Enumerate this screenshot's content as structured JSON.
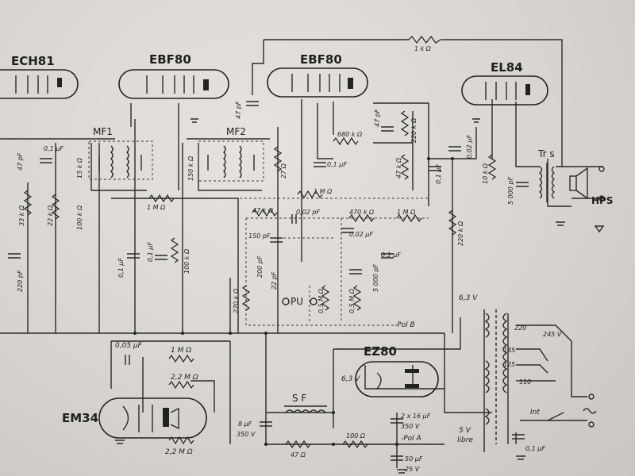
{
  "tubes": {
    "ech81": "ECH81",
    "ebf80_1": "EBF80",
    "ebf80_2": "EBF80",
    "el84": "EL84",
    "ez80": "EZ80",
    "em34": "EM34"
  },
  "transformers": {
    "mf1": "MF1",
    "mf2": "MF2",
    "trs": "Tr s",
    "sf": "S F"
  },
  "outputs": {
    "hps": "HPS",
    "pu": "PU",
    "pol_a": "-Pol A",
    "pol_b": "-Pol B",
    "inter": "Int"
  },
  "mains": {
    "v63_top": "6,3 V",
    "v63_ez": "6,3 V",
    "v5": "5 V",
    "libre": "libre",
    "tap220": "220",
    "tap245": "245 V",
    "tap145": "145",
    "tap125": "125",
    "tap110": "110"
  },
  "values": {
    "r_1k": "1 k Ω",
    "c_47pf_top": "47 pF",
    "c_01_ech": "0,1 µF",
    "r_15k_ech": "15 k Ω",
    "r_33k": "33 k Ω",
    "r_22k": "22 k Ω",
    "c_47pf_ech": "47 pF",
    "c_220pf": "220 pF",
    "r_150k": "150 k Ω",
    "r_100k_mf2": "100 k Ω",
    "r_1m_mid": "1 M Ω",
    "c_01_mf": "0,1 µF",
    "c_01_b": "0,1 µF",
    "r_100k": "100 k Ω",
    "c_22pf": "22 pF",
    "r_27k": "27 Ω",
    "c_47pf_ebf": "47 pF",
    "r_680k": "680 k Ω",
    "r_220k": "220 k Ω",
    "r_47k": "47 k Ω",
    "c_01_ebf": "0,1 µF",
    "c_01_ebf2": "0,1 µF",
    "c_002_el": "0,02 µF",
    "r_10k_el": "10 k Ω",
    "r_220k_el": "220 k Ω",
    "c_5000pf_el": "5 000 pF",
    "r_1m_fb": "1 M Ω",
    "r_47k_fb": "47 k Ω",
    "c_002pf": "0,02 pF",
    "c_150pf": "150 pF",
    "r_470k": "470 k Ω",
    "r_1m_r": "1 M Ω",
    "c_002uf": "0,02 µF",
    "c_01_fb": "0,1 µF",
    "c_5000pf": "5 000 pF",
    "r_05m_a": "0,5 M Ω",
    "r_05m_b": "0,5 M Ω",
    "r_270k": "270 k Ω",
    "c_200pf": "200 pF",
    "c_005": "0,05 µF",
    "r_1m_em": "1 M Ω",
    "r_22m_a": "2,2 M Ω",
    "r_22m_b": "2,2 M Ω",
    "c_8uf": "8 µF",
    "v_350": "350 V",
    "c_2x16": "2 x 16 µF",
    "v_350b": "350 V",
    "r_47": "47 Ω",
    "r_100": "100 Ω",
    "c_50uf": "50 µF",
    "v_25": "25 V",
    "c_01_mains": "0,1 µF"
  }
}
